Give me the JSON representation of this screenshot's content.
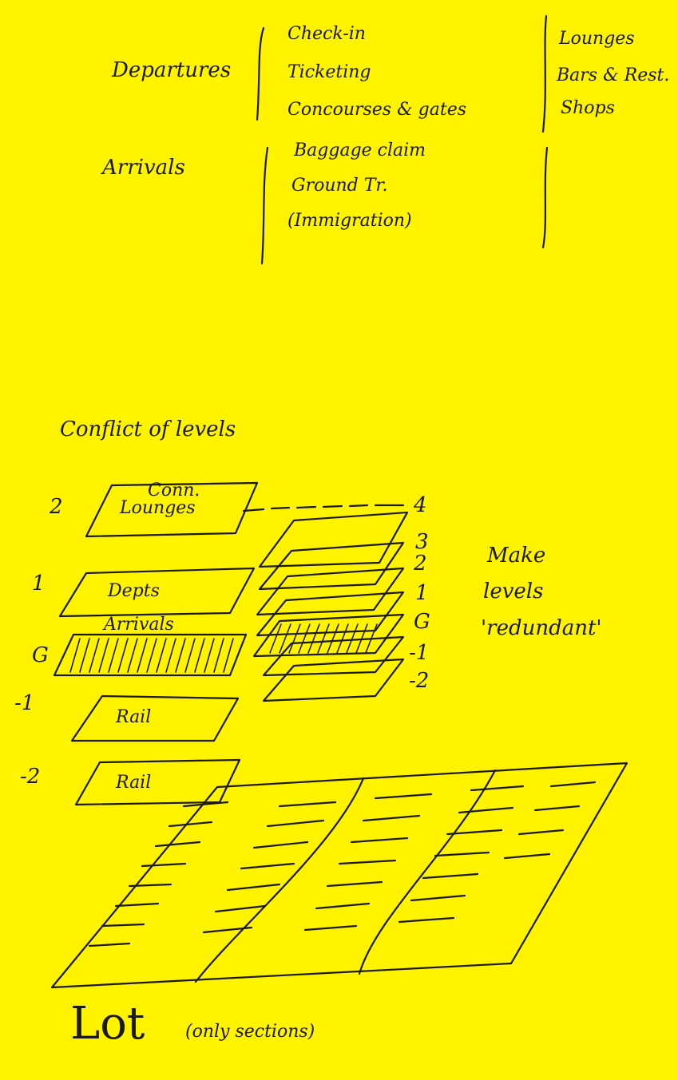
{
  "top_section": {
    "departures": {
      "label": "Departures",
      "items": [
        "Check-in",
        "Ticketing",
        "Concourses & gates"
      ]
    },
    "arrivals": {
      "label": "Arrivals",
      "items": [
        "Baggage claim",
        "Ground Tr.",
        "(Immigration)"
      ]
    },
    "amenities": [
      "Lounges",
      "Bars & Rest.",
      "Shops"
    ]
  },
  "conflict": {
    "title": "Conflict of levels",
    "left_stack": [
      {
        "level": "2",
        "label": "Lounges",
        "note": "Conn."
      },
      {
        "level": "1",
        "label": "Depts"
      },
      {
        "level": "G",
        "label": "Arrivals"
      },
      {
        "level": "-1",
        "label": "Rail"
      },
      {
        "level": "-2",
        "label": "Rail"
      }
    ],
    "right_levels": [
      "4",
      "3",
      "2",
      "1",
      "G",
      "-1",
      "-2"
    ],
    "note_lines": [
      "Make",
      "levels",
      "'redundant'"
    ]
  },
  "lot": {
    "label": "Lot",
    "note": "(only sections)"
  },
  "colors": {
    "paper": "#fff300",
    "ink": "#1b1a12"
  }
}
